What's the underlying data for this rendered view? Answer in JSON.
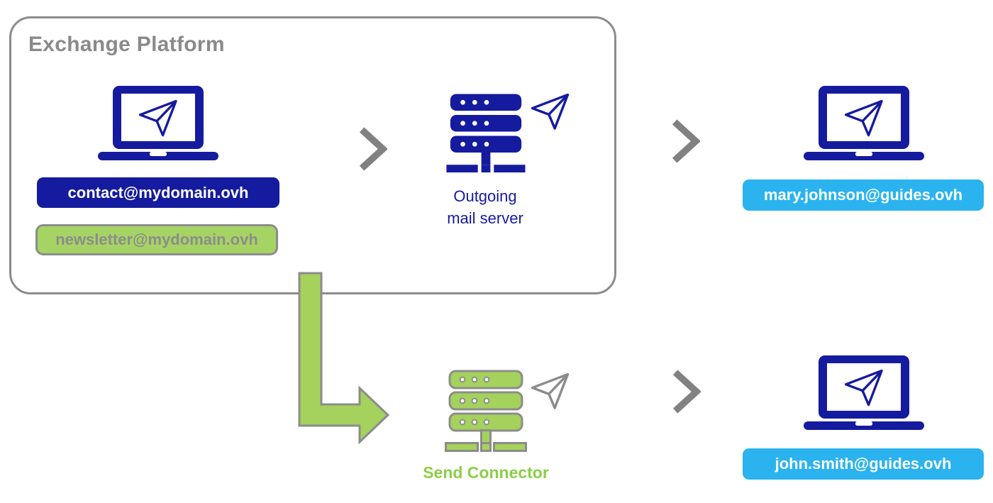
{
  "exchange_platform": {
    "title": "Exchange Platform"
  },
  "sender_mailboxes": [
    {
      "address": "contact@mydomain.ovh",
      "style": "navy"
    },
    {
      "address": "newsletter@mydomain.ovh",
      "style": "green"
    }
  ],
  "outgoing_server": {
    "label_lines": [
      "Outgoing",
      "mail server"
    ]
  },
  "send_connector": {
    "label": "Send Connector"
  },
  "recipients": [
    {
      "address": "mary.johnson@guides.ovh"
    },
    {
      "address": "john.smith@guides.ovh"
    }
  ],
  "icons": {
    "laptop": "laptop-mail-icon",
    "server": "mail-server-icon",
    "plane": "paper-plane-icon",
    "chevron": "chevron-right-icon",
    "arrow": "elbow-arrow-down-right-icon"
  },
  "colors": {
    "navy": "#151B9E",
    "cyan": "#2AB3EF",
    "green_fill": "#A4D25C",
    "green_text": "#8DCE47",
    "gray": "#8C8C8C"
  }
}
